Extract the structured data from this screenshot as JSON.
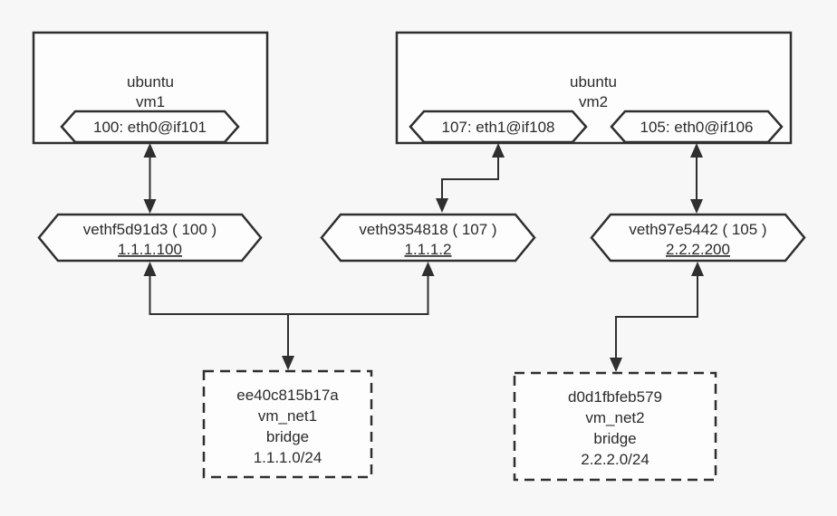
{
  "diagram": {
    "kind": "vm-network-topology",
    "colors": {
      "background": "#f7f7f7",
      "node_fill": "#fdfdfd",
      "stroke": "#2f2f2f",
      "text": "#2b2b2b"
    },
    "vms": [
      {
        "os": "ubuntu",
        "name": "vm1",
        "interfaces": [
          {
            "label": "100: eth0@if101"
          }
        ]
      },
      {
        "os": "ubuntu",
        "name": "vm2",
        "interfaces": [
          {
            "label": "107: eth1@if108"
          },
          {
            "label": "105: eth0@if106"
          }
        ]
      }
    ],
    "veths": [
      {
        "label": "vethf5d91d3 ( 100 )",
        "ip": "1.1.1.100"
      },
      {
        "label": "veth9354818 ( 107 )",
        "ip": "1.1.1.2"
      },
      {
        "label": "veth97e5442 ( 105 )",
        "ip": "2.2.2.200"
      }
    ],
    "bridges": [
      {
        "id": "ee40c815b17a",
        "name": "vm_net1",
        "driver": "bridge",
        "subnet": "1.1.1.0/24"
      },
      {
        "id": "d0d1fbfeb579",
        "name": "vm_net2",
        "driver": "bridge",
        "subnet": "2.2.2.0/24"
      }
    ]
  }
}
